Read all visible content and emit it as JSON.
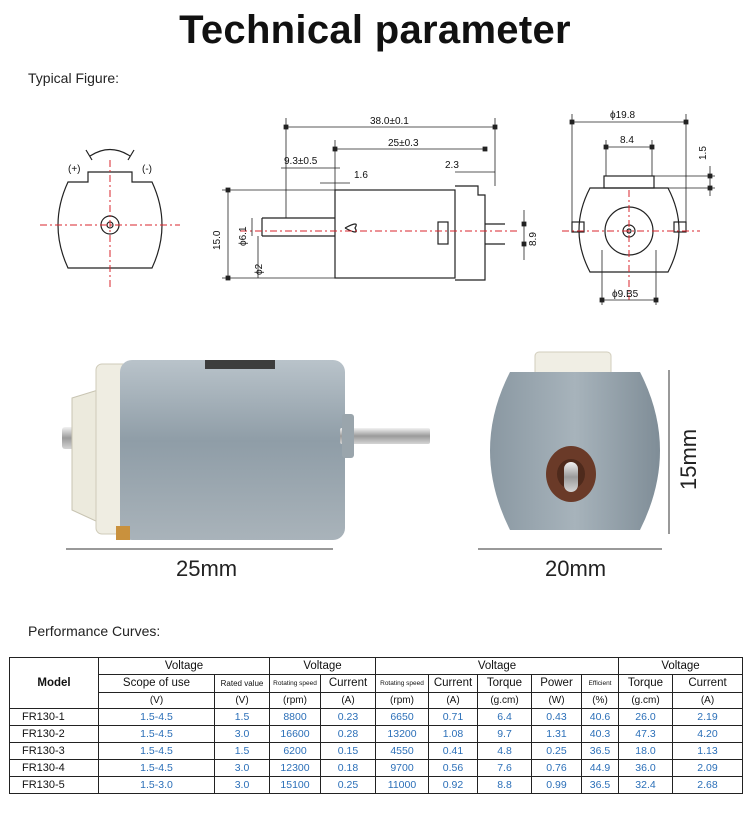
{
  "title": "Technical parameter",
  "typical_figure_label": "Typical Figure:",
  "performance_label": "Performance Curves:",
  "drawing": {
    "plus": "(+)",
    "minus": "(-)",
    "d_38": "38.0±0.1",
    "d_25": "25±0.3",
    "d_93": "9.3±0.5",
    "d_16": "1.6",
    "d_23": "2.3",
    "d_15": "15.0",
    "d_61": "ϕ6.1",
    "d_2": "ϕ2",
    "d_89": "8.9",
    "d_198": "ϕ19.8",
    "d_84": "8.4",
    "d_15b": "1.5",
    "d_985": "ϕ9.B5"
  },
  "photo_dims": {
    "length": "25mm",
    "width": "20mm",
    "height": "15mm"
  },
  "colors": {
    "motor_body": "#93a1aa",
    "endcap": "#ece9dc",
    "center_line": "#d9262c",
    "value_blue": "#2b6fb8"
  },
  "table": {
    "model_header": "Model",
    "groups": [
      "Voltage",
      "Voltage",
      "Voltage",
      "Voltage"
    ],
    "headers": [
      "Scope of use",
      "Rated value",
      "Rotating speed",
      "Current",
      "Rotating speed",
      "Current",
      "Torque",
      "Power",
      "Efficient",
      "Torque",
      "Current"
    ],
    "units": [
      "(V)",
      "(V)",
      "(rpm)",
      "(A)",
      "(rpm)",
      "(A)",
      "(g.cm)",
      "(W)",
      "(%)",
      "(g.cm)",
      "(A)"
    ],
    "rows": [
      {
        "model": "FR130-1",
        "cells": [
          "1.5-4.5",
          "1.5",
          "8800",
          "0.23",
          "6650",
          "0.71",
          "6.4",
          "0.43",
          "40.6",
          "26.0",
          "2.19"
        ]
      },
      {
        "model": "FR130-2",
        "cells": [
          "1.5-4.5",
          "3.0",
          "16600",
          "0.28",
          "13200",
          "1.08",
          "9.7",
          "1.31",
          "40.3",
          "47.3",
          "4.20"
        ]
      },
      {
        "model": "FR130-3",
        "cells": [
          "1.5-4.5",
          "1.5",
          "6200",
          "0.15",
          "4550",
          "0.41",
          "4.8",
          "0.25",
          "36.5",
          "18.0",
          "1.13"
        ]
      },
      {
        "model": "FR130-4",
        "cells": [
          "1.5-4.5",
          "3.0",
          "12300",
          "0.18",
          "9700",
          "0.56",
          "7.6",
          "0.76",
          "44.9",
          "36.0",
          "2.09"
        ]
      },
      {
        "model": "FR130-5",
        "cells": [
          "1.5-3.0",
          "3.0",
          "15100",
          "0.25",
          "11000",
          "0.92",
          "8.8",
          "0.99",
          "36.5",
          "32.4",
          "2.68"
        ]
      }
    ]
  }
}
